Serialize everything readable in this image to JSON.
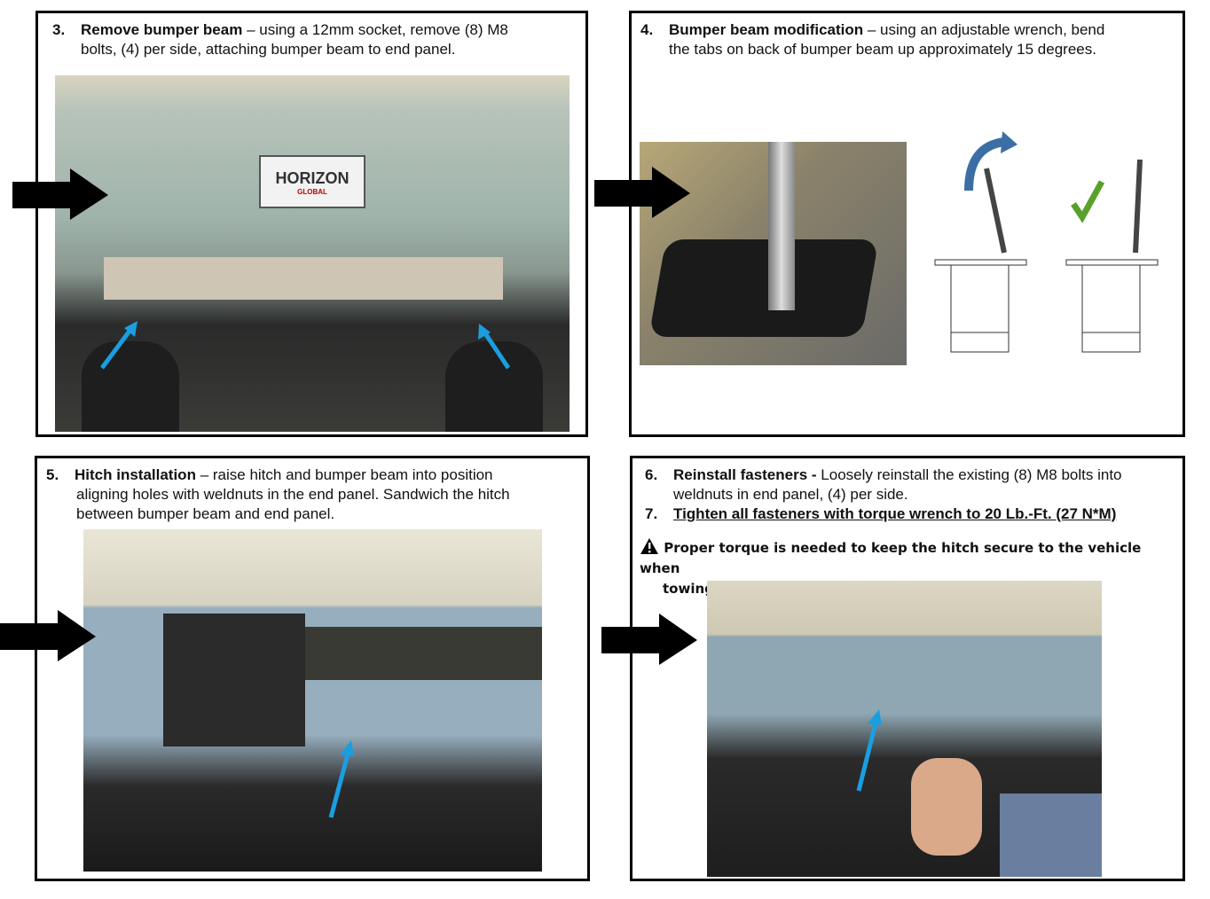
{
  "steps": [
    {
      "number": "3.",
      "title": "Remove bumper beam",
      "separator": " – ",
      "text_line1": "using a 12mm socket, remove (8) M8",
      "text_line2": "bolts, (4) per side, attaching bumper beam to end panel."
    },
    {
      "number": "4.",
      "title": "Bumper beam modification",
      "separator": " – ",
      "text_line1": "using an adjustable wrench, bend",
      "text_line2": "the tabs on back of bumper beam up approximately 15 degrees."
    },
    {
      "number": "5.",
      "title": "Hitch installation",
      "separator": " – ",
      "text_line1": "raise hitch and bumper beam into position",
      "text_line2": "aligning holes with weldnuts  in the end panel. Sandwich the hitch",
      "text_line3": "between bumper beam and end panel."
    },
    {
      "number": "6.",
      "title": "Reinstall fasteners -",
      "separator": " ",
      "text_line1": "Loosely reinstall the existing (8) M8 bolts into",
      "text_line2": "weldnuts in end panel, (4) per side."
    },
    {
      "number": "7.",
      "title": "Tighten all fasteners with torque wrench to 20 Lb.-Ft. (27 N*M)"
    }
  ],
  "warning": {
    "icon": "warning-triangle-icon",
    "text_line1": "Proper torque is needed to keep the hitch secure to the vehicle when",
    "text_line2": "towing."
  },
  "photo1": {
    "license_plate": "HORIZON",
    "plate_sub": "GLOBAL"
  },
  "colors": {
    "arrow_black": "#000000",
    "arrow_blue": "#1a9ee0",
    "check_green": "#5aa02c",
    "curve_blue": "#3a6ea5"
  }
}
